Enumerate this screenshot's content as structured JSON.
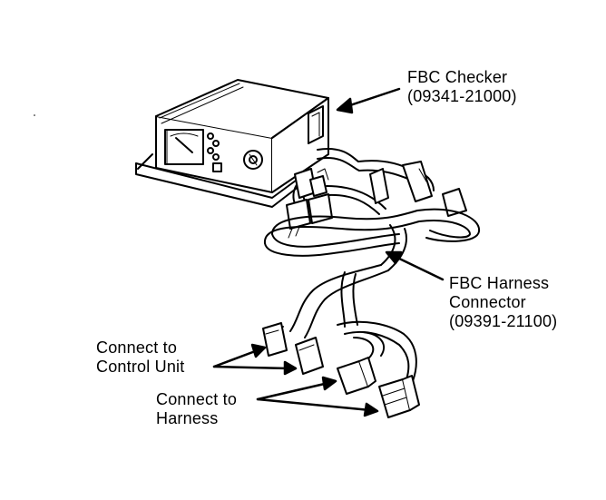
{
  "labels": {
    "checker": {
      "line1": "FBC Checker",
      "line2": "(09341-21000)"
    },
    "harness_connector": {
      "line1": "FBC Harness",
      "line2": "Connector",
      "line3": "(09391-21100)"
    },
    "control_unit": {
      "line1": "Connect to",
      "line2": "Control Unit"
    },
    "harness": {
      "line1": "Connect to",
      "line2": "Harness"
    }
  },
  "colors": {
    "ink": "#000000",
    "paper": "#ffffff"
  }
}
